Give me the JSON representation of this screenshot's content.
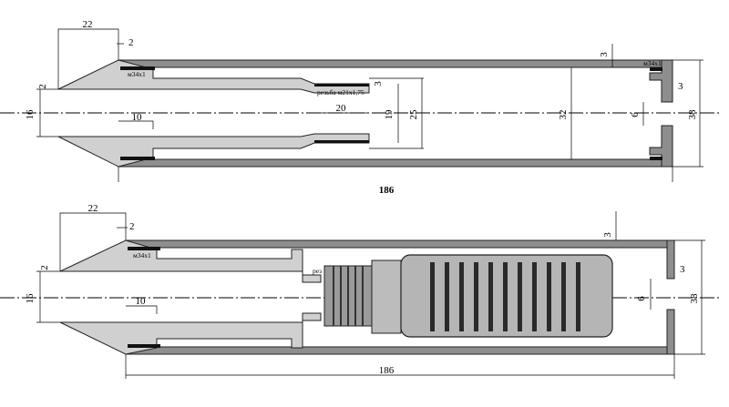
{
  "labels": {
    "top": {
      "d22": "22",
      "d2a": "2",
      "d2b": "2",
      "thread_a": "м34х1",
      "thread_b": "м34х1",
      "thread_c": "резьба м21х1,75",
      "d3a": "3",
      "d3b": "3",
      "d3c": "3",
      "d10": "10",
      "d16": "16",
      "d20": "20",
      "d19": "19",
      "d25": "25",
      "d32": "32",
      "d6": "6",
      "d38": "38",
      "d186": "186"
    },
    "bottom": {
      "d22": "22",
      "d2a": "2",
      "d2b": "2",
      "thread_a": "м34х1",
      "thread_c": "рез",
      "d3a": "3",
      "d3b": "3",
      "d10": "10",
      "d16": "16",
      "d6": "6",
      "d38": "38",
      "d186": "186"
    }
  },
  "colors": {
    "light_metal": "#d0d0d0",
    "dark_metal": "#8e8e8e",
    "line": "#000000"
  }
}
